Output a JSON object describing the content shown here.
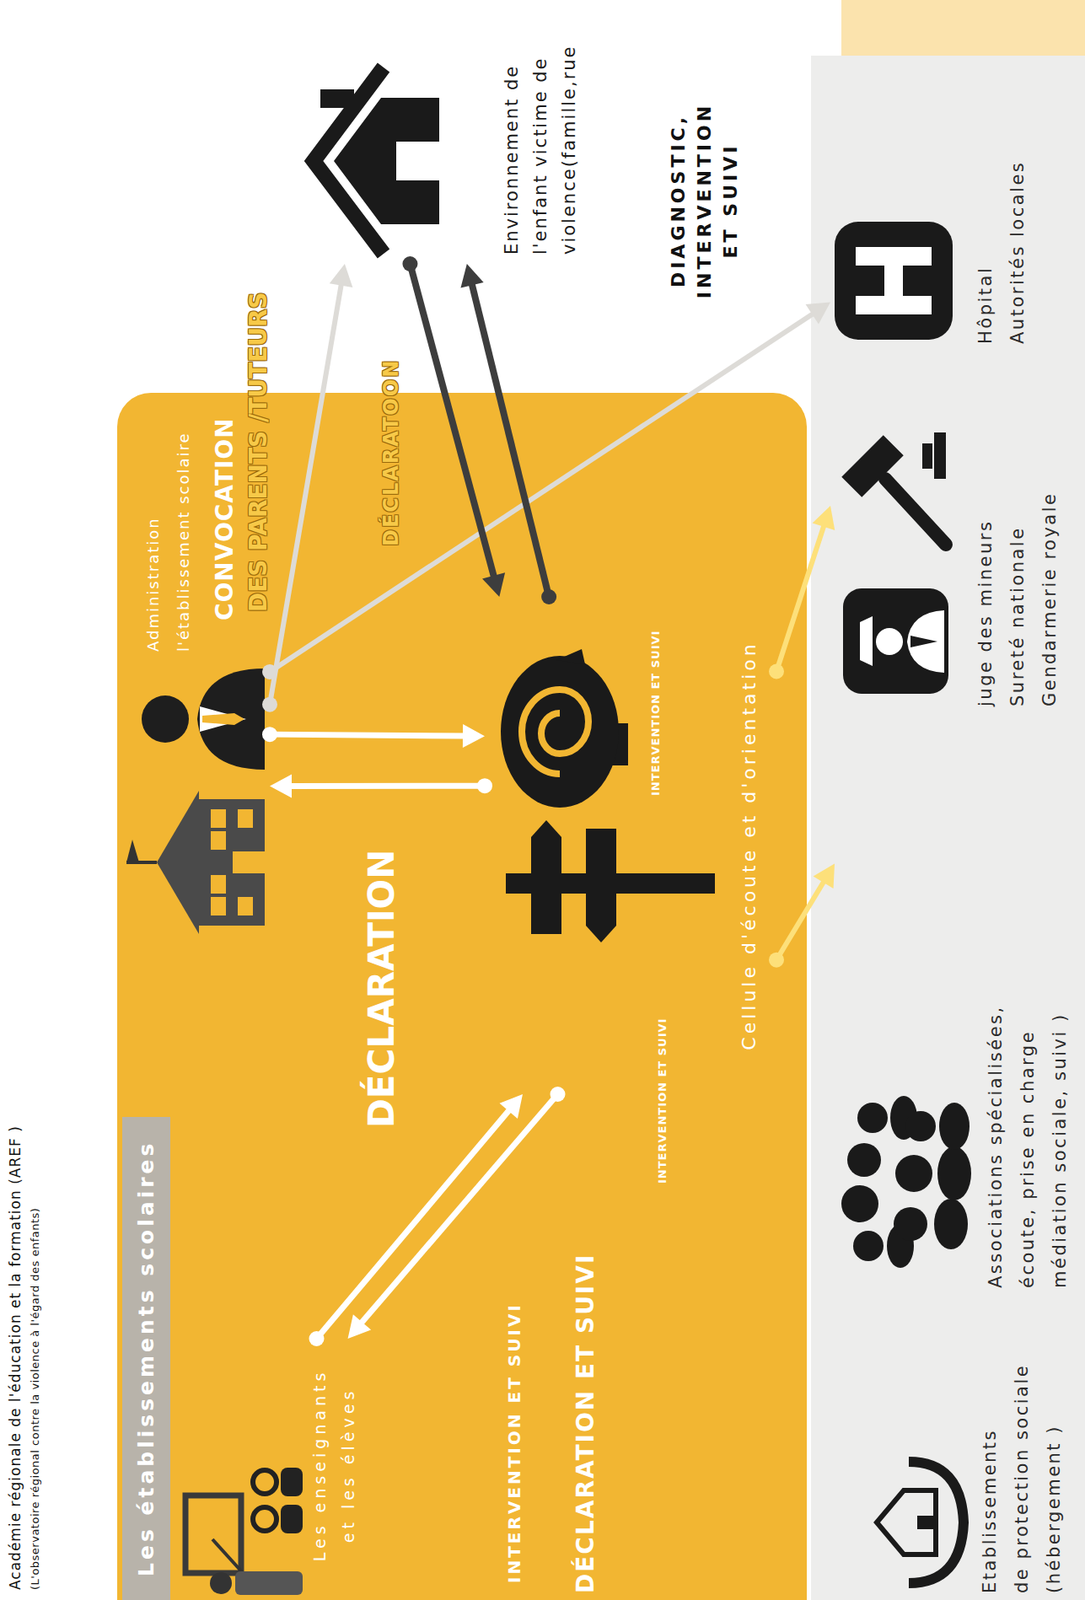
{
  "diagram": {
    "title": "Académie régionale de l'éducation et la formation (AREF )",
    "nodes": [
      {
        "text": [
          "Les établissements scolaires"
        ]
      },
      {
        "text": [
          "Les enseignants et les élèves"
        ],
        "in": 0
      },
      {
        "text": [
          "Administration l'établissement scolaire"
        ],
        "in": 0
      },
      {
        "text": [
          "Cellule d'écoute et d'orientation"
        ],
        "in": 0
      },
      {
        "text": [
          "Environnement de l'enfant victime de violence(famille,rue"
        ]
      },
      {
        "text": [
          "Etablissements",
          "de protection sociale (hébergement )"
        ]
      },
      {
        "text": [
          "Associations spécialisées, écoute, prise en charge médiation sociale, suivi )"
        ]
      },
      {
        "text": [
          "juge des mineurs Sureté nationale Gendarmerie royale"
        ]
      },
      {
        "text": [
          "Hôpital",
          "Autorités locales"
        ]
      }
    ],
    "edges": [
      {
        "from": 2,
        "to": 3,
        "arrow": "to"
      },
      {
        "from": 3,
        "to": 2,
        "arrow": "to"
      },
      {
        "from": 1,
        "to": 3,
        "arrow": "to"
      },
      {
        "from": 3,
        "to": 1,
        "arrow": "to"
      },
      {
        "from": 2,
        "to": 4,
        "arrow": "to"
      },
      {
        "from": 2,
        "to": 8,
        "arrow": "to",
        "label": "DIAGNOSTIC, INTERVENTION ET SUIVI"
      },
      {
        "from": 4,
        "to": 3,
        "arrow": "to",
        "label": "DÉCLARATOON"
      },
      {
        "from": 3,
        "to": 4,
        "arrow": "to"
      },
      {
        "from": 3,
        "to": 6,
        "arrow": "to",
        "label": "INTERVENTION ET SUIVI"
      },
      {
        "from": 3,
        "to": 7,
        "arrow": "to",
        "label": "INTERVENTION ET SUIVI"
      }
    ],
    "labels": [
      "(L'observatoire régional contre la violence à l'égard des enfants)",
      "CONVOCATION",
      "DES PARENTS /TUTEURS",
      "DÉCLARATION",
      "INTERVENTION ET SUIVI",
      "DÉCLARATION ET SUIVI"
    ]
  }
}
